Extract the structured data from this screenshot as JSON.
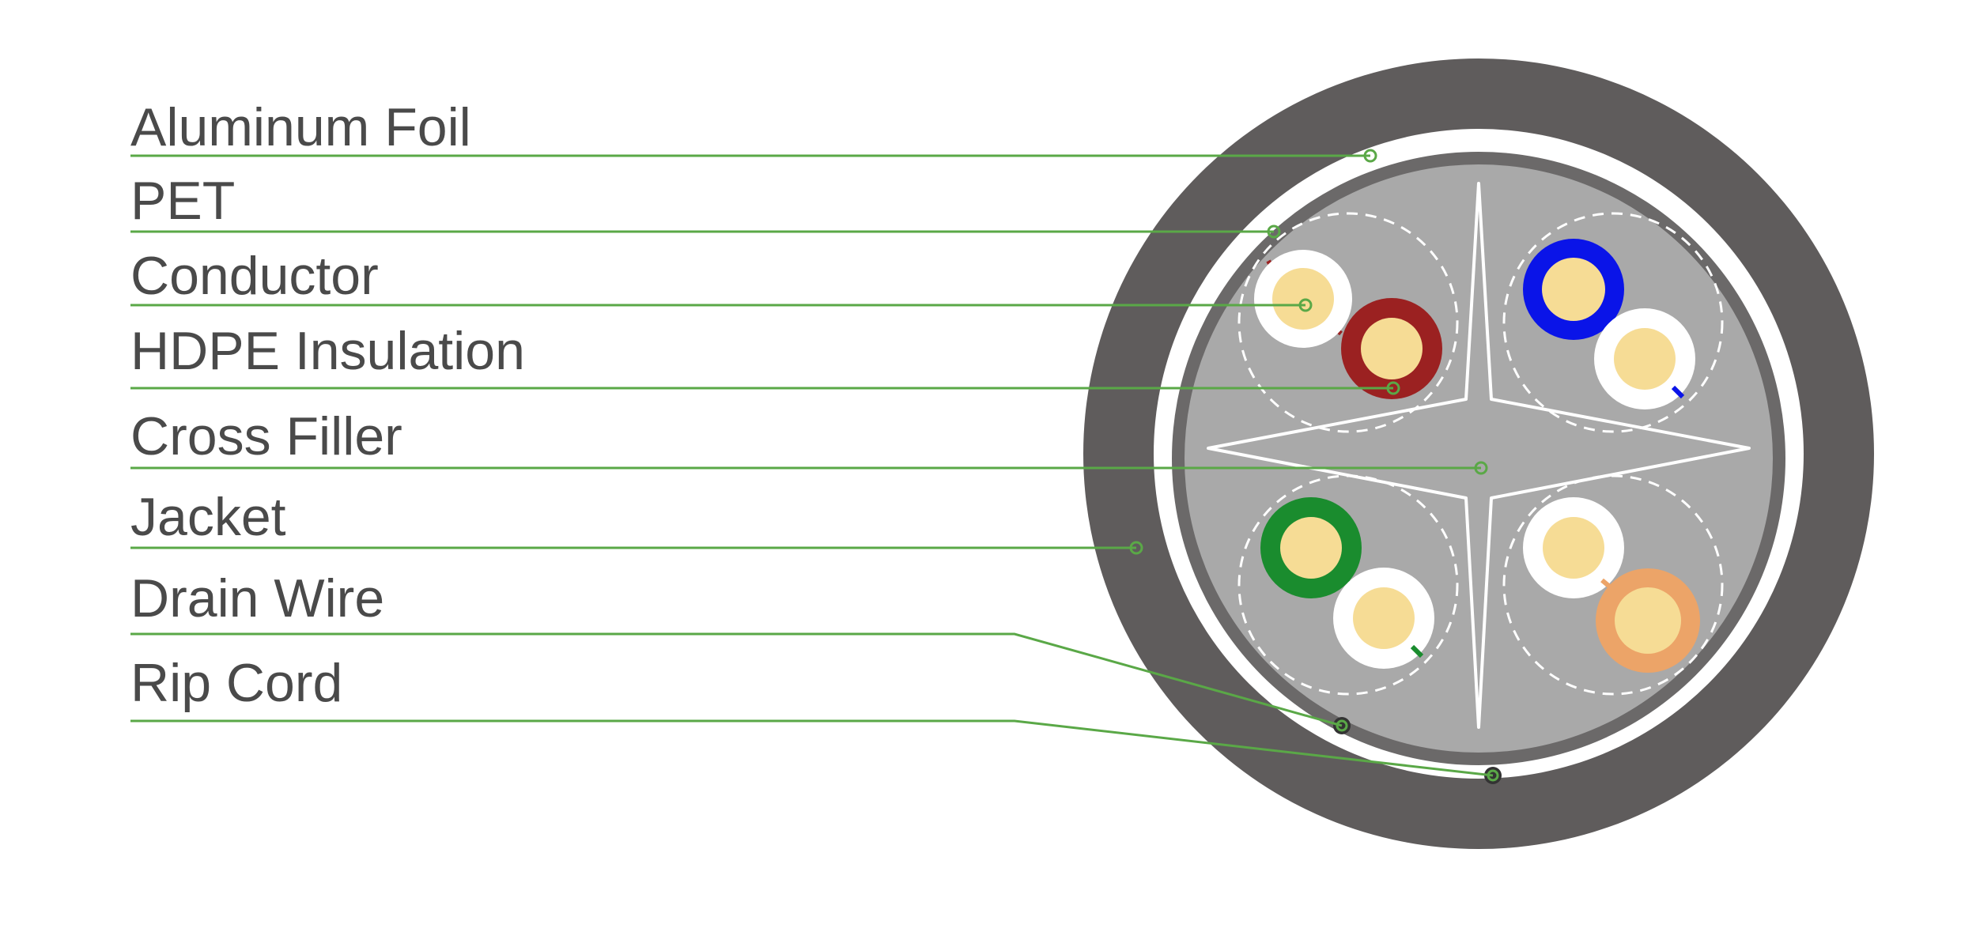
{
  "labels": [
    {
      "id": "aluminum-foil",
      "text": "Aluminum Foil"
    },
    {
      "id": "pet",
      "text": "PET"
    },
    {
      "id": "conductor",
      "text": "Conductor"
    },
    {
      "id": "hdpe-insulation",
      "text": "HDPE Insulation"
    },
    {
      "id": "cross-filler",
      "text": "Cross Filler"
    },
    {
      "id": "jacket",
      "text": "Jacket"
    },
    {
      "id": "drain-wire",
      "text": "Drain Wire"
    },
    {
      "id": "rip-cord",
      "text": "Rip Cord"
    }
  ],
  "colors": {
    "leader_line": "#5aa847",
    "jacket": "#5f5c5c",
    "foil_gap": "#ffffff",
    "shield": "#6a6868",
    "core_fill": "#a9a9a9",
    "cross_filler": "#a9a9a9",
    "conductor": "#f6dc95",
    "pair_blue": "#0a14e8",
    "pair_brown": "#9b2121",
    "pair_green": "#1a8c2e",
    "pair_orange": "#eca468",
    "white_insulation": "#ffffff",
    "drain_wire": "#333333"
  }
}
